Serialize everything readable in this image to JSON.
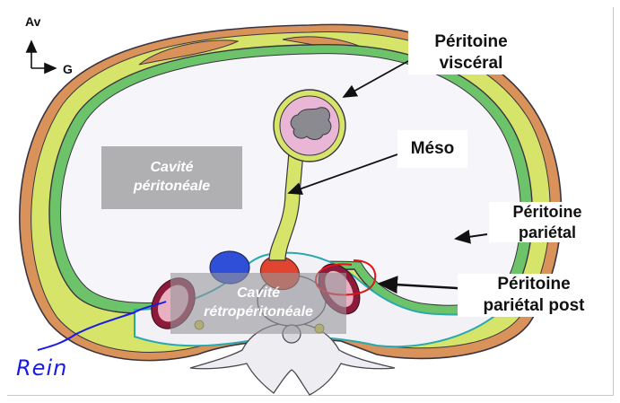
{
  "orientation": {
    "anterior_label": "Av",
    "left_label": "G"
  },
  "labels": {
    "peritoine_visceral": [
      "Péritoine",
      "viscéral"
    ],
    "meso": "Méso",
    "peritoine_parietal": [
      "Péritoine",
      "pariétal"
    ],
    "peritoine_parietal_post": [
      "Péritoine",
      "pariétal post"
    ]
  },
  "cavities": {
    "peritoneale": [
      "Cavité",
      "péritonéale"
    ],
    "retroperitoneale": [
      "Cavité",
      "rétropéritonéale"
    ]
  },
  "annotation": {
    "handwritten": "Rein",
    "color": "#1a1ae6",
    "circle_color": "#e01515"
  },
  "colors": {
    "muscle": "#d9925a",
    "peritoneum_parietal": "#6cc36a",
    "peritoneum_visceral": "#d6e46a",
    "mucosa": "#e9b6d6",
    "lumen": "#8a8a90",
    "vein": "#2f4fd8",
    "artery": "#e2452f",
    "kidney": "#8c1a3a",
    "retro_membrane": "#2aa8b0"
  }
}
